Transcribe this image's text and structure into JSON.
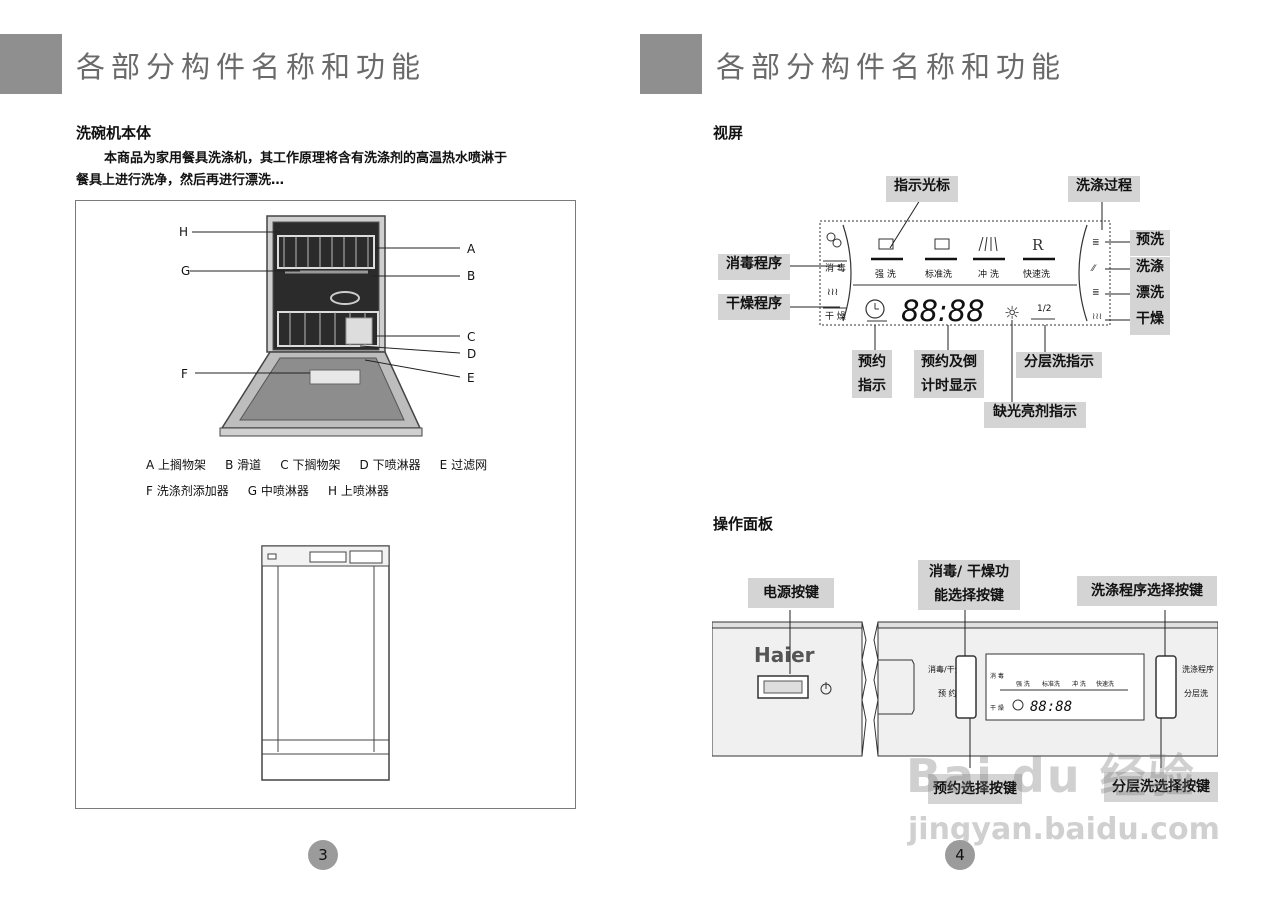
{
  "left_page": {
    "header_title": "各部分构件名称和功能",
    "section_title": "洗碗机本体",
    "paragraph_line1": "本商品为家用餐具洗涤机，其工作原理将含有洗涤剂的高温热水喷淋于",
    "paragraph_line2": "餐具上进行洗净，然后再进行漂洗…",
    "diagram_letters": {
      "H": "H",
      "G": "G",
      "F": "F",
      "A": "A",
      "B": "B",
      "C": "C",
      "D": "D",
      "E": "E"
    },
    "legend_line1": [
      "A 上搁物架",
      "B 滑道",
      "C 下搁物架",
      "D 下喷淋器",
      "E 过滤网"
    ],
    "legend_line2": [
      "F 洗涤剂添加器",
      "G 中喷淋器",
      "H 上喷淋器"
    ],
    "page_number": "3"
  },
  "right_page": {
    "header_title": "各部分构件名称和功能",
    "screen_title": "视屏",
    "panel_title": "操作面板",
    "screen_callouts": {
      "indicator": "指示光标",
      "process": "洗涤过程",
      "disinfect_program": "消毒程序",
      "dry_program": "干燥程序",
      "prewash": "预洗",
      "wash": "洗涤",
      "rinse": "漂洗",
      "dry": "干燥",
      "reserve_line1": "预约",
      "reserve_line2": "指示",
      "countdown_line1": "预约及倒",
      "countdown_line2": "计时显示",
      "layer_indicator": "分层洗指示",
      "rinse_aid_indicator": "缺光亮剂指示"
    },
    "display": {
      "left_top": "消 毒",
      "left_bottom": "干 燥",
      "programs": [
        "强 洗",
        "标准洗",
        "冲 洗",
        "快速洗"
      ],
      "r_symbol": "R",
      "digits": "88:88",
      "half": "1/2"
    },
    "panel_callouts": {
      "power": "电源按键",
      "func_line1": "消毒/ 干燥功",
      "func_line2": "能选择按键",
      "program_select": "洗涤程序选择按键",
      "reserve_select": "预约选择按键",
      "layer_select": "分层洗选择按键"
    },
    "panel": {
      "brand": "Haier",
      "left_btn_top": "消毒/干燥",
      "left_btn_bottom": "预 约",
      "right_btn_top": "洗涤程序",
      "right_btn_bottom": "分层洗",
      "mini_programs": [
        "强 洗",
        "标准洗",
        "冲 洗",
        "快速洗"
      ],
      "mini_left_top": "消 毒",
      "mini_left_bottom": "干 燥",
      "mini_digits": "88:88"
    },
    "watermark_main": "Bai du 经验",
    "watermark_url": "jingyan.baidu.com",
    "page_number": "4"
  }
}
